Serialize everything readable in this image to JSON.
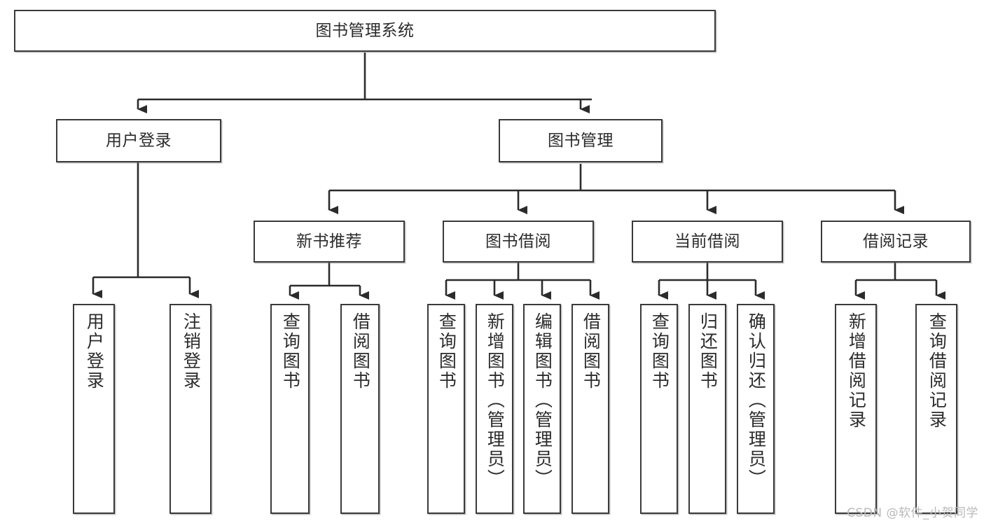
{
  "diagram": {
    "title": "图书管理系统",
    "type": "hierarchy-tree",
    "colors": {
      "box_border": "#3a3a3a",
      "box_fill": "#ffffff",
      "edge": "#2b2b2b",
      "text": "#2b2b2b",
      "watermark": "#b9b9b9"
    },
    "watermark": "CSDN @软件_小贺同学",
    "levels": [
      {
        "level": 1,
        "nodes": [
          {
            "id": "root",
            "label": "图书管理系统",
            "orientation": "horizontal"
          }
        ]
      },
      {
        "level": 2,
        "nodes": [
          {
            "id": "user-login",
            "label": "用户登录",
            "orientation": "horizontal",
            "parent": "root"
          },
          {
            "id": "book-manage",
            "label": "图书管理",
            "orientation": "horizontal",
            "parent": "root"
          }
        ]
      },
      {
        "level": 3,
        "nodes": [
          {
            "id": "new-book-rec",
            "label": "新书推荐",
            "orientation": "horizontal",
            "parent": "book-manage"
          },
          {
            "id": "book-borrow",
            "label": "图书借阅",
            "orientation": "horizontal",
            "parent": "book-manage"
          },
          {
            "id": "current-borrow",
            "label": "当前借阅",
            "orientation": "horizontal",
            "parent": "book-manage"
          },
          {
            "id": "borrow-record",
            "label": "借阅记录",
            "orientation": "horizontal",
            "parent": "book-manage"
          }
        ]
      },
      {
        "level": 4,
        "nodes": [
          {
            "id": "leaf-user-login",
            "label": "用户登录",
            "orientation": "vertical",
            "parent": "user-login"
          },
          {
            "id": "leaf-logout",
            "label": "注销登录",
            "orientation": "vertical",
            "parent": "user-login"
          },
          {
            "id": "leaf-query-book-1",
            "label": "查询图书",
            "orientation": "vertical",
            "parent": "new-book-rec"
          },
          {
            "id": "leaf-borrow-book-1",
            "label": "借阅图书",
            "orientation": "vertical",
            "parent": "new-book-rec"
          },
          {
            "id": "leaf-query-book-2",
            "label": "查询图书",
            "orientation": "vertical",
            "parent": "book-borrow"
          },
          {
            "id": "leaf-add-book",
            "label": "新增图书（管理员）",
            "orientation": "vertical",
            "parent": "book-borrow"
          },
          {
            "id": "leaf-edit-book",
            "label": "编辑图书（管理员）",
            "orientation": "vertical",
            "parent": "book-borrow"
          },
          {
            "id": "leaf-borrow-book-2",
            "label": "借阅图书",
            "orientation": "vertical",
            "parent": "book-borrow"
          },
          {
            "id": "leaf-query-book-3",
            "label": "查询图书",
            "orientation": "vertical",
            "parent": "current-borrow"
          },
          {
            "id": "leaf-return-book",
            "label": "归还图书",
            "orientation": "vertical",
            "parent": "current-borrow"
          },
          {
            "id": "leaf-confirm-return",
            "label": "确认归还（管理员）",
            "orientation": "vertical",
            "parent": "current-borrow"
          },
          {
            "id": "leaf-add-record",
            "label": "新增借阅记录",
            "orientation": "vertical",
            "parent": "borrow-record"
          },
          {
            "id": "leaf-query-record",
            "label": "查询借阅记录",
            "orientation": "vertical",
            "parent": "borrow-record"
          }
        ]
      }
    ]
  }
}
